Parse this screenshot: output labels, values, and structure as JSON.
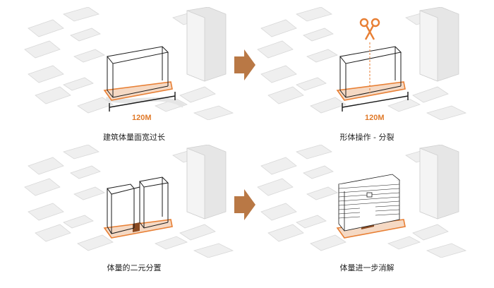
{
  "captions": {
    "top_left": "建筑体量面宽过长",
    "top_right": "形体操作 - 分裂",
    "bottom_left": "体量的二元分置",
    "bottom_right": "体量进一步消解"
  },
  "dimension": {
    "top_left": "120M",
    "top_right": "120M"
  },
  "colors": {
    "accent": "#e87f34",
    "arrow": "#b97845",
    "building_fill": "#efefef",
    "building_line": "#d6d6d6",
    "mass_line": "#1a1a1a",
    "base_fill": "#f5d9c4"
  },
  "icons": {
    "scissors": "scissors-icon",
    "arrow": "right-arrow-icon"
  }
}
